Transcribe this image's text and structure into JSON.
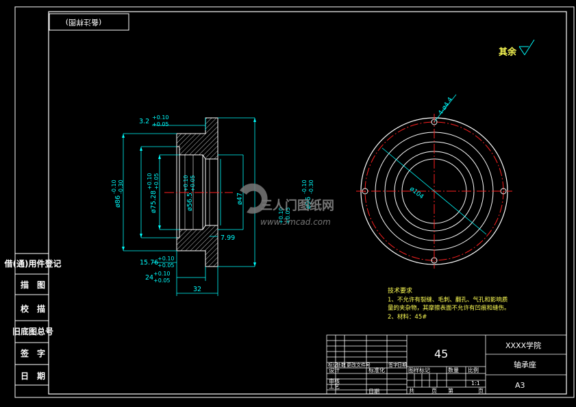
{
  "titleblock_top_tag": "(备注样图)",
  "roughness": {
    "label": "其余"
  },
  "side_labels": [
    "借(通)用件登记",
    "描　图",
    "校　描",
    "旧底图总号",
    "签　字",
    "日　期"
  ],
  "dimensions": {
    "d1": "3.2",
    "d1_tol": [
      "+0.10",
      "+0.05"
    ],
    "d_phi86": "ø86",
    "d_phi86_tol": [
      "-0.10",
      "-0.30"
    ],
    "d_phi75": "ø75.28",
    "d_phi75_tol": [
      "+0.10",
      "+0.05"
    ],
    "d_phi56": "ø56.5",
    "d_phi56_tol": [
      "+0.10",
      "+0.05"
    ],
    "d_phi47": "ø47",
    "d_phi47_tol": [
      "+0.10",
      "+0.05"
    ],
    "d_phi96": "ø96",
    "d_phi96_tol": [
      "-0.10",
      "-0.30"
    ],
    "d_799": "7.99",
    "d_1576": "15.76",
    "d_1576_tol": [
      "+0.10",
      "+0.05"
    ],
    "d_24": "24",
    "d_24_tol": [
      "+0.10",
      "+0.05"
    ],
    "d_32": "32",
    "holes": "4-ø4.4",
    "d_phi104": "ø104"
  },
  "tech_req": {
    "title": "技术要求",
    "lines": [
      "1、不允许有裂缝、毛刺、翻孔、气孔和影响质",
      "   量的夹杂物，其摩擦表面不允许有凹痕和缝伤。",
      "2、材料：45#"
    ]
  },
  "watermark": {
    "brand": "三人门图纸网",
    "url": "www.3mcad.com"
  },
  "title_block": {
    "material": "45",
    "school": "XXXX学院",
    "part_name": "轴承座",
    "sheet_size": "A3",
    "scale": "1:1",
    "left_headers": [
      "标记",
      "处数",
      "更改文件号",
      "签字",
      "日期"
    ],
    "row_design": [
      "设计",
      "标准化"
    ],
    "row_check": [
      "审核"
    ],
    "row_process": [
      "工艺",
      "日期"
    ],
    "mid_headers": [
      "图样标记",
      "数量",
      "比例"
    ],
    "sheet_row": [
      "共",
      "页",
      "第",
      "页"
    ]
  },
  "colors": {
    "line": "#ffffff",
    "dim": "#00ffff",
    "center": "#ff2020",
    "text_yellow": "#ffff55"
  }
}
